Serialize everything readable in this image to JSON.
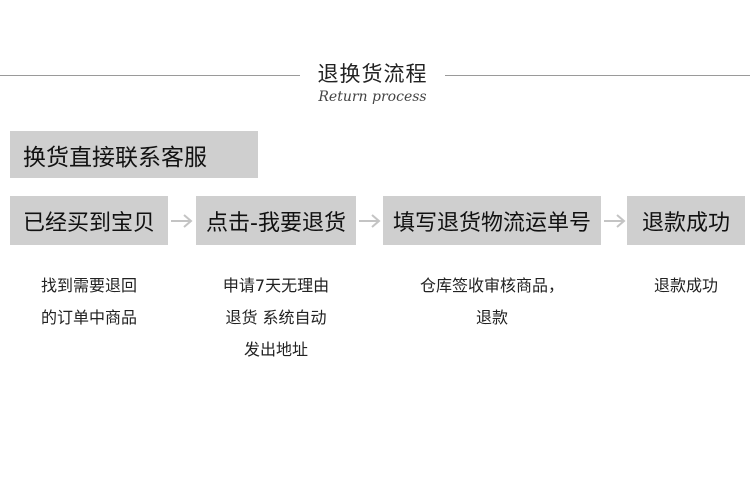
{
  "header": {
    "title": "退换货流程",
    "subtitle": "Return process"
  },
  "notice": {
    "label": "换货直接联系客服"
  },
  "steps": [
    {
      "label": "已经买到宝贝",
      "desc": [
        "找到需要退回",
        "的订单中商品"
      ]
    },
    {
      "label": "点击-我要退货",
      "desc": [
        "申请7天无理由",
        "退货 系统自动",
        "发出地址"
      ]
    },
    {
      "label": "填写退货物流运单号",
      "desc": [
        "仓库签收审核商品，",
        "退款"
      ]
    },
    {
      "label": "退款成功",
      "desc": [
        "退款成功"
      ]
    }
  ],
  "colors": {
    "box_bg": "#cfcfcf",
    "arrow": "#c4c4c4",
    "line": "#9a9a9a"
  },
  "icons": {
    "arrow": "right-arrow-icon"
  }
}
